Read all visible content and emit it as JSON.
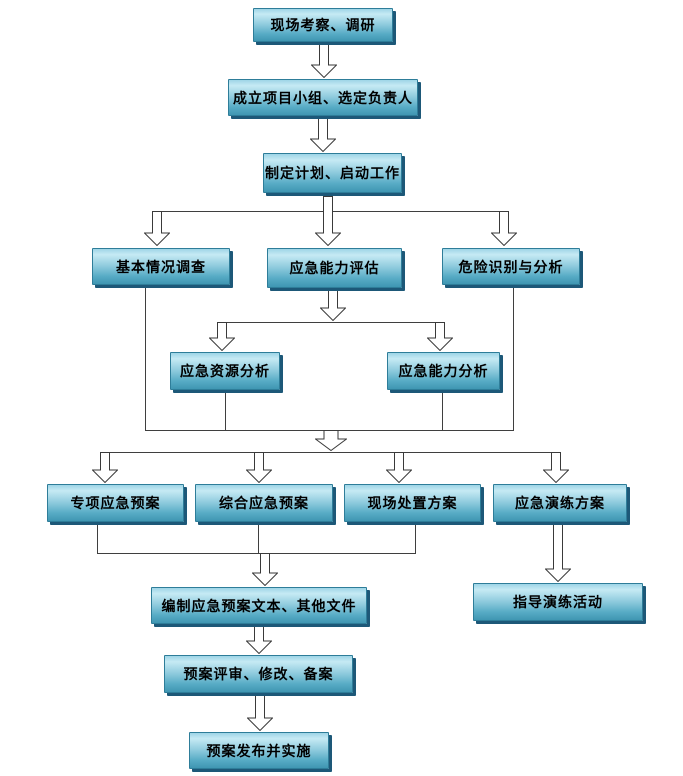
{
  "diagram": {
    "type": "flowchart",
    "background": "#ffffff",
    "box_style": {
      "fill_top": "#c6eaf4",
      "fill_bottom": "#3f96b2",
      "border": "#2e7d99",
      "shadow": "#1d5878",
      "text_color": "#000000"
    },
    "connector_color": "#3f3f3f",
    "arrow_fill": "#ffffff",
    "nodes": {
      "survey": {
        "label": "现场考察、调研"
      },
      "team": {
        "label": "成立项目小组、选定负责人"
      },
      "plan": {
        "label": "制定计划、启动工作"
      },
      "basic": {
        "label": "基本情况调查"
      },
      "capability_eval": {
        "label": "应急能力评估"
      },
      "hazard": {
        "label": "危险识别与分析"
      },
      "resource_analysis": {
        "label": "应急资源分析"
      },
      "capability_analysis": {
        "label": "应急能力分析"
      },
      "special": {
        "label": "专项应急预案"
      },
      "comprehensive": {
        "label": "综合应急预案"
      },
      "onsite": {
        "label": "现场处置方案"
      },
      "drill": {
        "label": "应急演练方案"
      },
      "compile": {
        "label": "编制应急预案文本、其他文件"
      },
      "guide": {
        "label": "指导演练活动"
      },
      "review": {
        "label": "预案评审、修改、备案"
      },
      "publish": {
        "label": "预案发布并实施"
      }
    },
    "edges": [
      "survey -> team",
      "team -> plan",
      "plan -> basic",
      "plan -> capability_eval",
      "plan -> hazard",
      "capability_eval -> resource_analysis",
      "capability_eval -> capability_analysis",
      "basic -> merge",
      "resource_analysis -> merge",
      "capability_analysis -> merge",
      "hazard -> merge",
      "merge -> special",
      "merge -> comprehensive",
      "merge -> onsite",
      "merge -> drill",
      "special -> compile",
      "comprehensive -> compile",
      "onsite -> compile",
      "drill -> guide",
      "compile -> review",
      "review -> publish"
    ]
  }
}
